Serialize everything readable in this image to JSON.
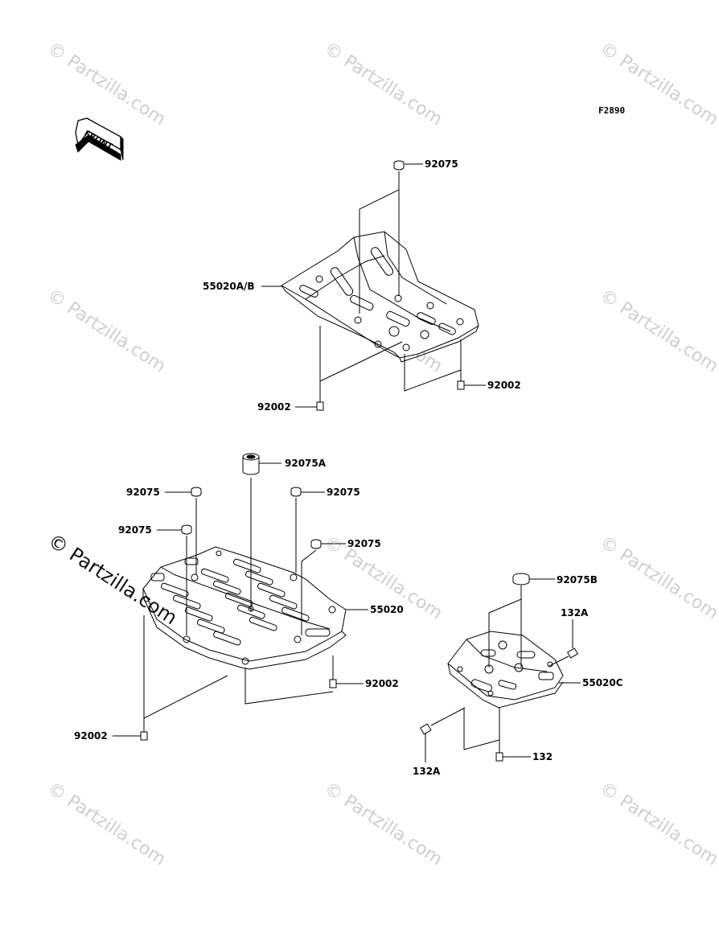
{
  "figure_code": "F2890",
  "front_arrow_label": "FRONT",
  "watermark_text": "© Partzilla.com",
  "watermark_main_text": "© Partzilla.com",
  "labels": {
    "top_grommet": "92075",
    "top_plate": "55020A/B",
    "top_bolt_left": "92002",
    "top_bolt_right": "92002",
    "mid_collar": "92075A",
    "mid_grommet_a": "92075",
    "mid_grommet_b": "92075",
    "mid_grommet_c": "92075",
    "mid_grommet_d": "92075",
    "mid_plate": "55020",
    "mid_bolt_right": "92002",
    "mid_bolt_left": "92002",
    "right_grommet": "92075B",
    "right_bolt_top": "132A",
    "right_plate": "55020C",
    "right_bolt_left": "132A",
    "right_bolt_bottom": "132"
  },
  "colors": {
    "line": "#000000",
    "watermark": "#cfcfcf"
  }
}
